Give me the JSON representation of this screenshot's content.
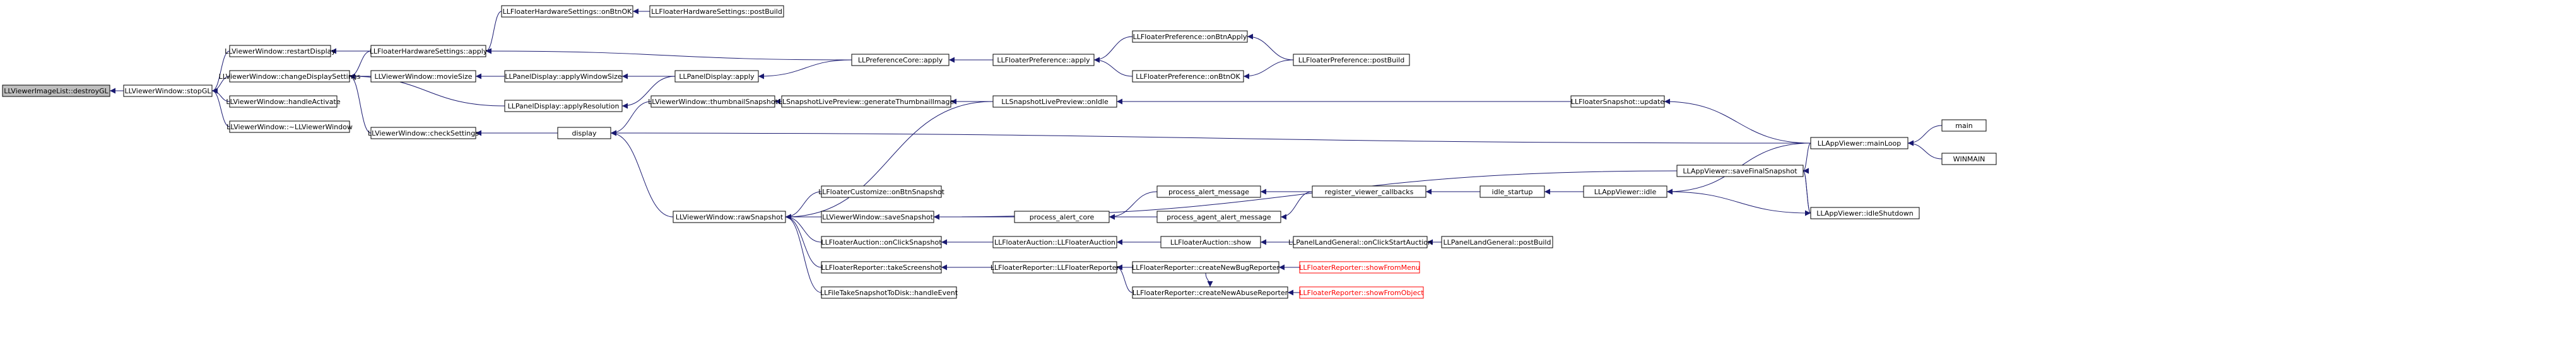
{
  "graph": {
    "line_color": "#191970",
    "root_fill": "#bfbfbf",
    "red_text_color": "#ff0000",
    "nodes": [
      {
        "id": "destroyGL",
        "label": "LLViewerImageList::destroyGL",
        "root": true
      },
      {
        "id": "stopGL",
        "label": "LLViewerWindow::stopGL"
      },
      {
        "id": "restartDisplay",
        "label": "LLViewerWindow::restartDisplay"
      },
      {
        "id": "changeDisplaySettings",
        "label": "LLViewerWindow::changeDisplaySettings"
      },
      {
        "id": "handleActivate",
        "label": "LLViewerWindow::handleActivate"
      },
      {
        "id": "dtorViewerWindow",
        "label": "LLViewerWindow::~LLViewerWindow"
      },
      {
        "id": "hwApply",
        "label": "LLFloaterHardwareSettings::apply"
      },
      {
        "id": "hwOnBtnOK",
        "label": "LLFloaterHardwareSettings::onBtnOK"
      },
      {
        "id": "hwPostBuild",
        "label": "LLFloaterHardwareSettings::postBuild"
      },
      {
        "id": "moveSize",
        "label": "LLViewerWindow::movieSize"
      },
      {
        "id": "applyResolution",
        "label": "LLPanelDisplay::applyResolution"
      },
      {
        "id": "checkSettings",
        "label": "LLViewerWindow::checkSettings"
      },
      {
        "id": "applyWindowSize",
        "label": "LLPanelDisplay::applyWindowSize"
      },
      {
        "id": "panelDisplayApply",
        "label": "LLPanelDisplay::apply"
      },
      {
        "id": "prefCoreApply",
        "label": "LLPreferenceCore::apply"
      },
      {
        "id": "floaterPrefApply",
        "label": "LLFloaterPreference::apply"
      },
      {
        "id": "prefOnBtnApply",
        "label": "LLFloaterPreference::onBtnApply"
      },
      {
        "id": "prefOnBtnOK",
        "label": "LLFloaterPreference::onBtnOK"
      },
      {
        "id": "prefPostBuild",
        "label": "LLFloaterPreference::postBuild"
      },
      {
        "id": "display",
        "label": "display"
      },
      {
        "id": "thumbnailSnapshot",
        "label": "LLViewerWindow::thumbnailSnapshot"
      },
      {
        "id": "genThumb",
        "label": "LLSnapshotLivePreview::generateThumbnailImage"
      },
      {
        "id": "onIdle",
        "label": "LLSnapshotLivePreview::onIdle"
      },
      {
        "id": "snapUpdate",
        "label": "LLFloaterSnapshot::update"
      },
      {
        "id": "mainLoop",
        "label": "LLAppViewer::mainLoop"
      },
      {
        "id": "main",
        "label": "main"
      },
      {
        "id": "winmain",
        "label": "WINMAIN"
      },
      {
        "id": "rawSnapshot",
        "label": "LLViewerWindow::rawSnapshot"
      },
      {
        "id": "customizeSnap",
        "label": "LLFloaterCustomize::onBtnSnapshot"
      },
      {
        "id": "saveSnapshot",
        "label": "LLViewerWindow::saveSnapshot"
      },
      {
        "id": "auctionOnClick",
        "label": "LLFloaterAuction::onClickSnapshot"
      },
      {
        "id": "reporterTakeScreenshot",
        "label": "LLFloaterReporter::takeScreenshot"
      },
      {
        "id": "fileTakeSnapshot",
        "label": "LLFileTakeSnapshotToDisk::handleEvent"
      },
      {
        "id": "processAlertCore",
        "label": "process_alert_core"
      },
      {
        "id": "processAlertMessage",
        "label": "process_alert_message"
      },
      {
        "id": "processAgentAlert",
        "label": "process_agent_alert_message"
      },
      {
        "id": "registerCallbacks",
        "label": "register_viewer_callbacks"
      },
      {
        "id": "idleStartup",
        "label": "idle_startup"
      },
      {
        "id": "appIdle",
        "label": "LLAppViewer::idle"
      },
      {
        "id": "saveFinalSnapshot",
        "label": "LLAppViewer::saveFinalSnapshot"
      },
      {
        "id": "idleShutdown",
        "label": "LLAppViewer::idleShutdown"
      },
      {
        "id": "auctionCtor",
        "label": "LLFloaterAuction::LLFloaterAuction"
      },
      {
        "id": "auctionShow",
        "label": "LLFloaterAuction::show"
      },
      {
        "id": "landOnClickStartAuction",
        "label": "LLPanelLandGeneral::onClickStartAuction"
      },
      {
        "id": "landPostBuild",
        "label": "LLPanelLandGeneral::postBuild"
      },
      {
        "id": "reporterCtor",
        "label": "LLFloaterReporter::LLFloaterReporter"
      },
      {
        "id": "createBugReporter",
        "label": "LLFloaterReporter::createNewBugReporter"
      },
      {
        "id": "createAbuseReporter",
        "label": "LLFloaterReporter::createNewAbuseReporter"
      },
      {
        "id": "showFromMenu",
        "label": "LLFloaterReporter::showFromMenu",
        "red": true
      },
      {
        "id": "showFromObject",
        "label": "LLFloaterReporter::showFromObject",
        "red": true
      }
    ]
  }
}
